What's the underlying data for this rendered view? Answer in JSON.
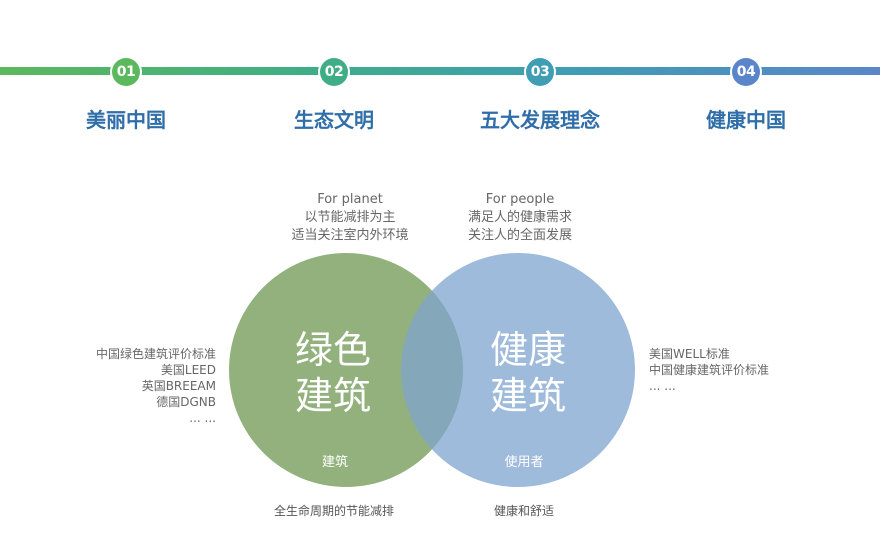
{
  "steps": [
    {
      "number": "01",
      "label": "美丽中国",
      "color": "#5cb85c"
    },
    {
      "number": "02",
      "label": "生态文明",
      "color": "#3fae86"
    },
    {
      "number": "03",
      "label": "五大发展理念",
      "color": "#3f9db4"
    },
    {
      "number": "04",
      "label": "健康中国",
      "color": "#5a86c9"
    }
  ],
  "left_top": {
    "line1": "For planet",
    "line2": "以节能减排为主",
    "line3": "适当关注室内外环境"
  },
  "right_top": {
    "line1": "For people",
    "line2": "满足人的健康需求",
    "line3": "关注人的全面发展"
  },
  "green_circle": {
    "title1": "绿色",
    "title2": "建筑",
    "sub": "建筑",
    "color": "#8aaa72"
  },
  "blue_circle": {
    "title1": "健康",
    "title2": "建筑",
    "sub": "使用者",
    "color": "#7fa4cf"
  },
  "left_list": [
    "中国绿色建筑评价标准",
    "美国LEED",
    "英国BREEAM",
    "德国DGNB",
    "... ..."
  ],
  "right_list": [
    "美国WELL标准",
    "中国健康建筑评价标准",
    "... ..."
  ],
  "bottom_left": "全生命周期的节能减排",
  "bottom_right": "健康和舒适"
}
